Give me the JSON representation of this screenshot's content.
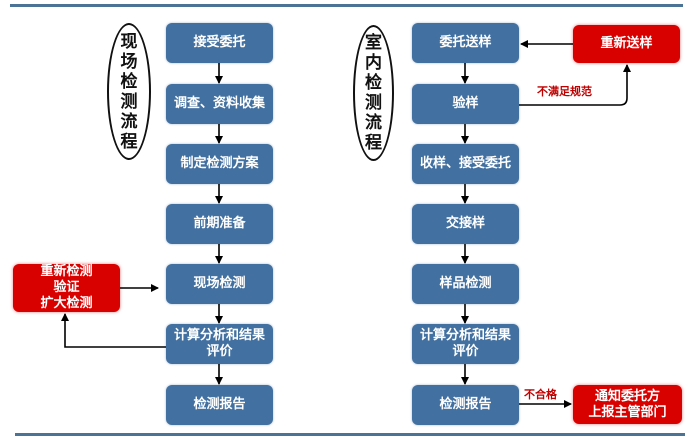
{
  "onsite": {
    "title": "现场检测流程",
    "steps": [
      "接受委托",
      "调查、资料收集",
      "制定检测方案",
      "前期准备",
      "现场检测",
      "计算分析和结果评价",
      "检测报告"
    ],
    "feedback_box": [
      "重新检测",
      "验证",
      "扩大检测"
    ]
  },
  "indoor": {
    "title": "室内检测流程",
    "steps": [
      "委托送样",
      "验样",
      "收样、接受委托",
      "交接样",
      "样品检测",
      "计算分析和结果评价",
      "检测报告"
    ],
    "resend_box": "重新送样",
    "resend_condition": "不满足规范",
    "fail_condition": "不合格",
    "fail_box": [
      "通知委托方",
      "上报主管部门"
    ]
  },
  "colors": {
    "step": "#4270a0",
    "exception": "#d90000",
    "condition_text": "#c00000"
  }
}
